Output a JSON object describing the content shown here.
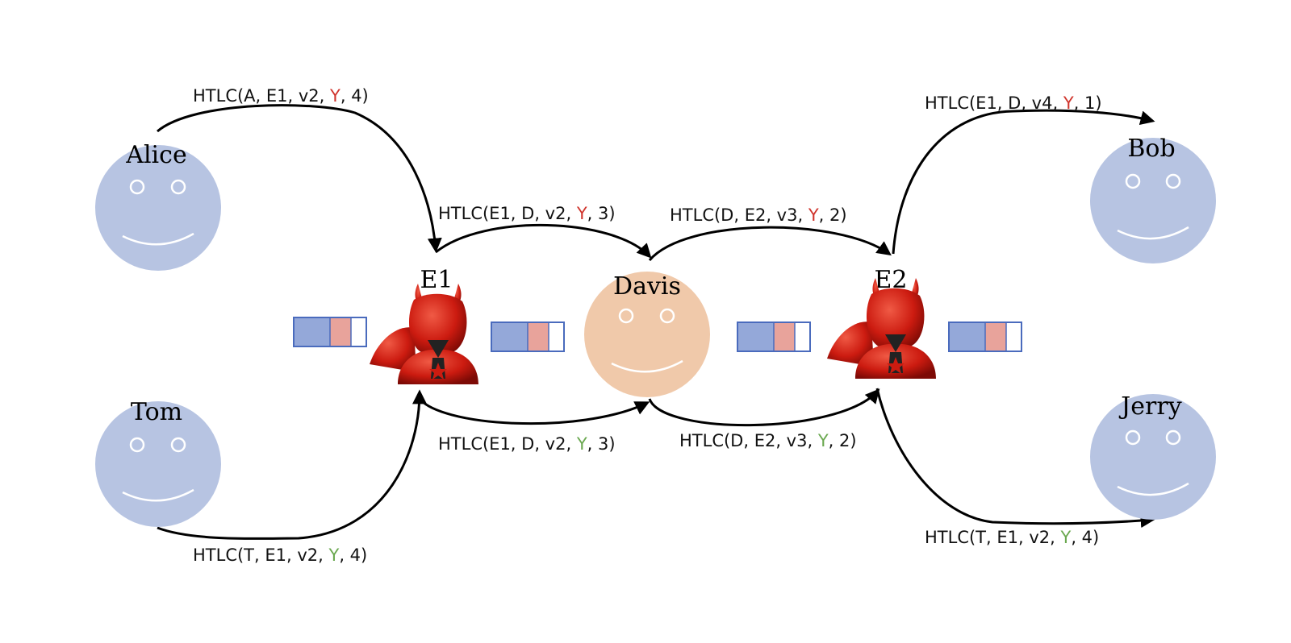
{
  "nodes": {
    "alice": "Alice",
    "tom": "Tom",
    "e1": "E1",
    "davis": "Davis",
    "e2": "E2",
    "bob": "Bob",
    "jerry": "Jerry"
  },
  "edges": {
    "alice_e1": {
      "pre": "HTLC(A, E1, v2, ",
      "y": "Y",
      "post": ", 4)",
      "y_color": "#d0342c"
    },
    "e1_davis_top": {
      "pre": "HTLC(E1, D, v2, ",
      "y": "Y",
      "post": ", 3)",
      "y_color": "#d0342c"
    },
    "davis_e2_top": {
      "pre": "HTLC(D, E2, v3, ",
      "y": "Y",
      "post": ", 2)",
      "y_color": "#d0342c"
    },
    "e2_bob": {
      "pre": "HTLC(E1, D, v4, ",
      "y": "Y",
      "post": ", 1)",
      "y_color": "#d0342c"
    },
    "tom_e1": {
      "pre": "HTLC(T, E1, v2, ",
      "y": "Y",
      "post": ", 4)",
      "y_color": "#6aa84f"
    },
    "e1_davis_bottom": {
      "pre": "HTLC(E1, D, v2, ",
      "y": "Y",
      "post": ", 3)",
      "y_color": "#6aa84f"
    },
    "davis_e2_bottom": {
      "pre": "HTLC(D, E2, v3, ",
      "y": "Y",
      "post": ", 2)",
      "y_color": "#6aa84f"
    },
    "e2_jerry": {
      "pre": "HTLC(T, E1, v2, ",
      "y": "Y",
      "post": ", 4)",
      "y_color": "#6aa84f"
    }
  },
  "colors": {
    "user_face": "#b7c4e2",
    "davis_face": "#f0c9aa",
    "channel_blue": "#94a8d9",
    "channel_pink": "#e8a39b",
    "channel_border": "#4a6bbd",
    "devil_red": "#cc1b10"
  }
}
